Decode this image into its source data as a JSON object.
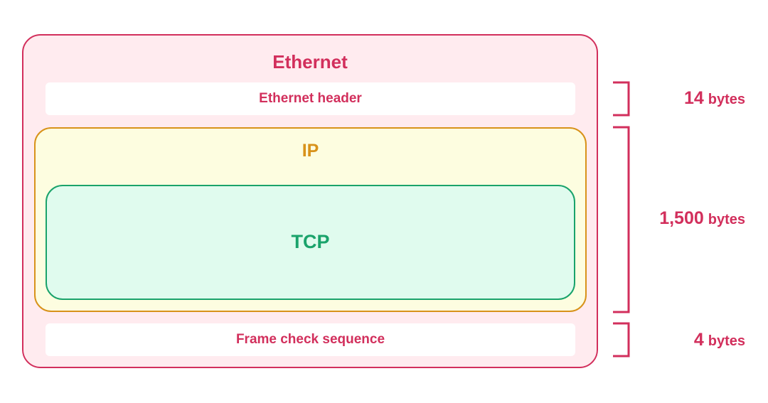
{
  "ethernet": {
    "title": "Ethernet",
    "header_label": "Ethernet header",
    "trailer_label": "Frame check sequence"
  },
  "ip": {
    "title": "IP"
  },
  "tcp": {
    "title": "TCP"
  },
  "sizes": {
    "header": {
      "value": "14",
      "unit": "bytes"
    },
    "payload": {
      "value": "1,500",
      "unit": "bytes"
    },
    "trailer": {
      "value": "4",
      "unit": "bytes"
    }
  },
  "colors": {
    "ethernet": "#d22f5c",
    "ip": "#d8921a",
    "tcp": "#1aa36b"
  }
}
